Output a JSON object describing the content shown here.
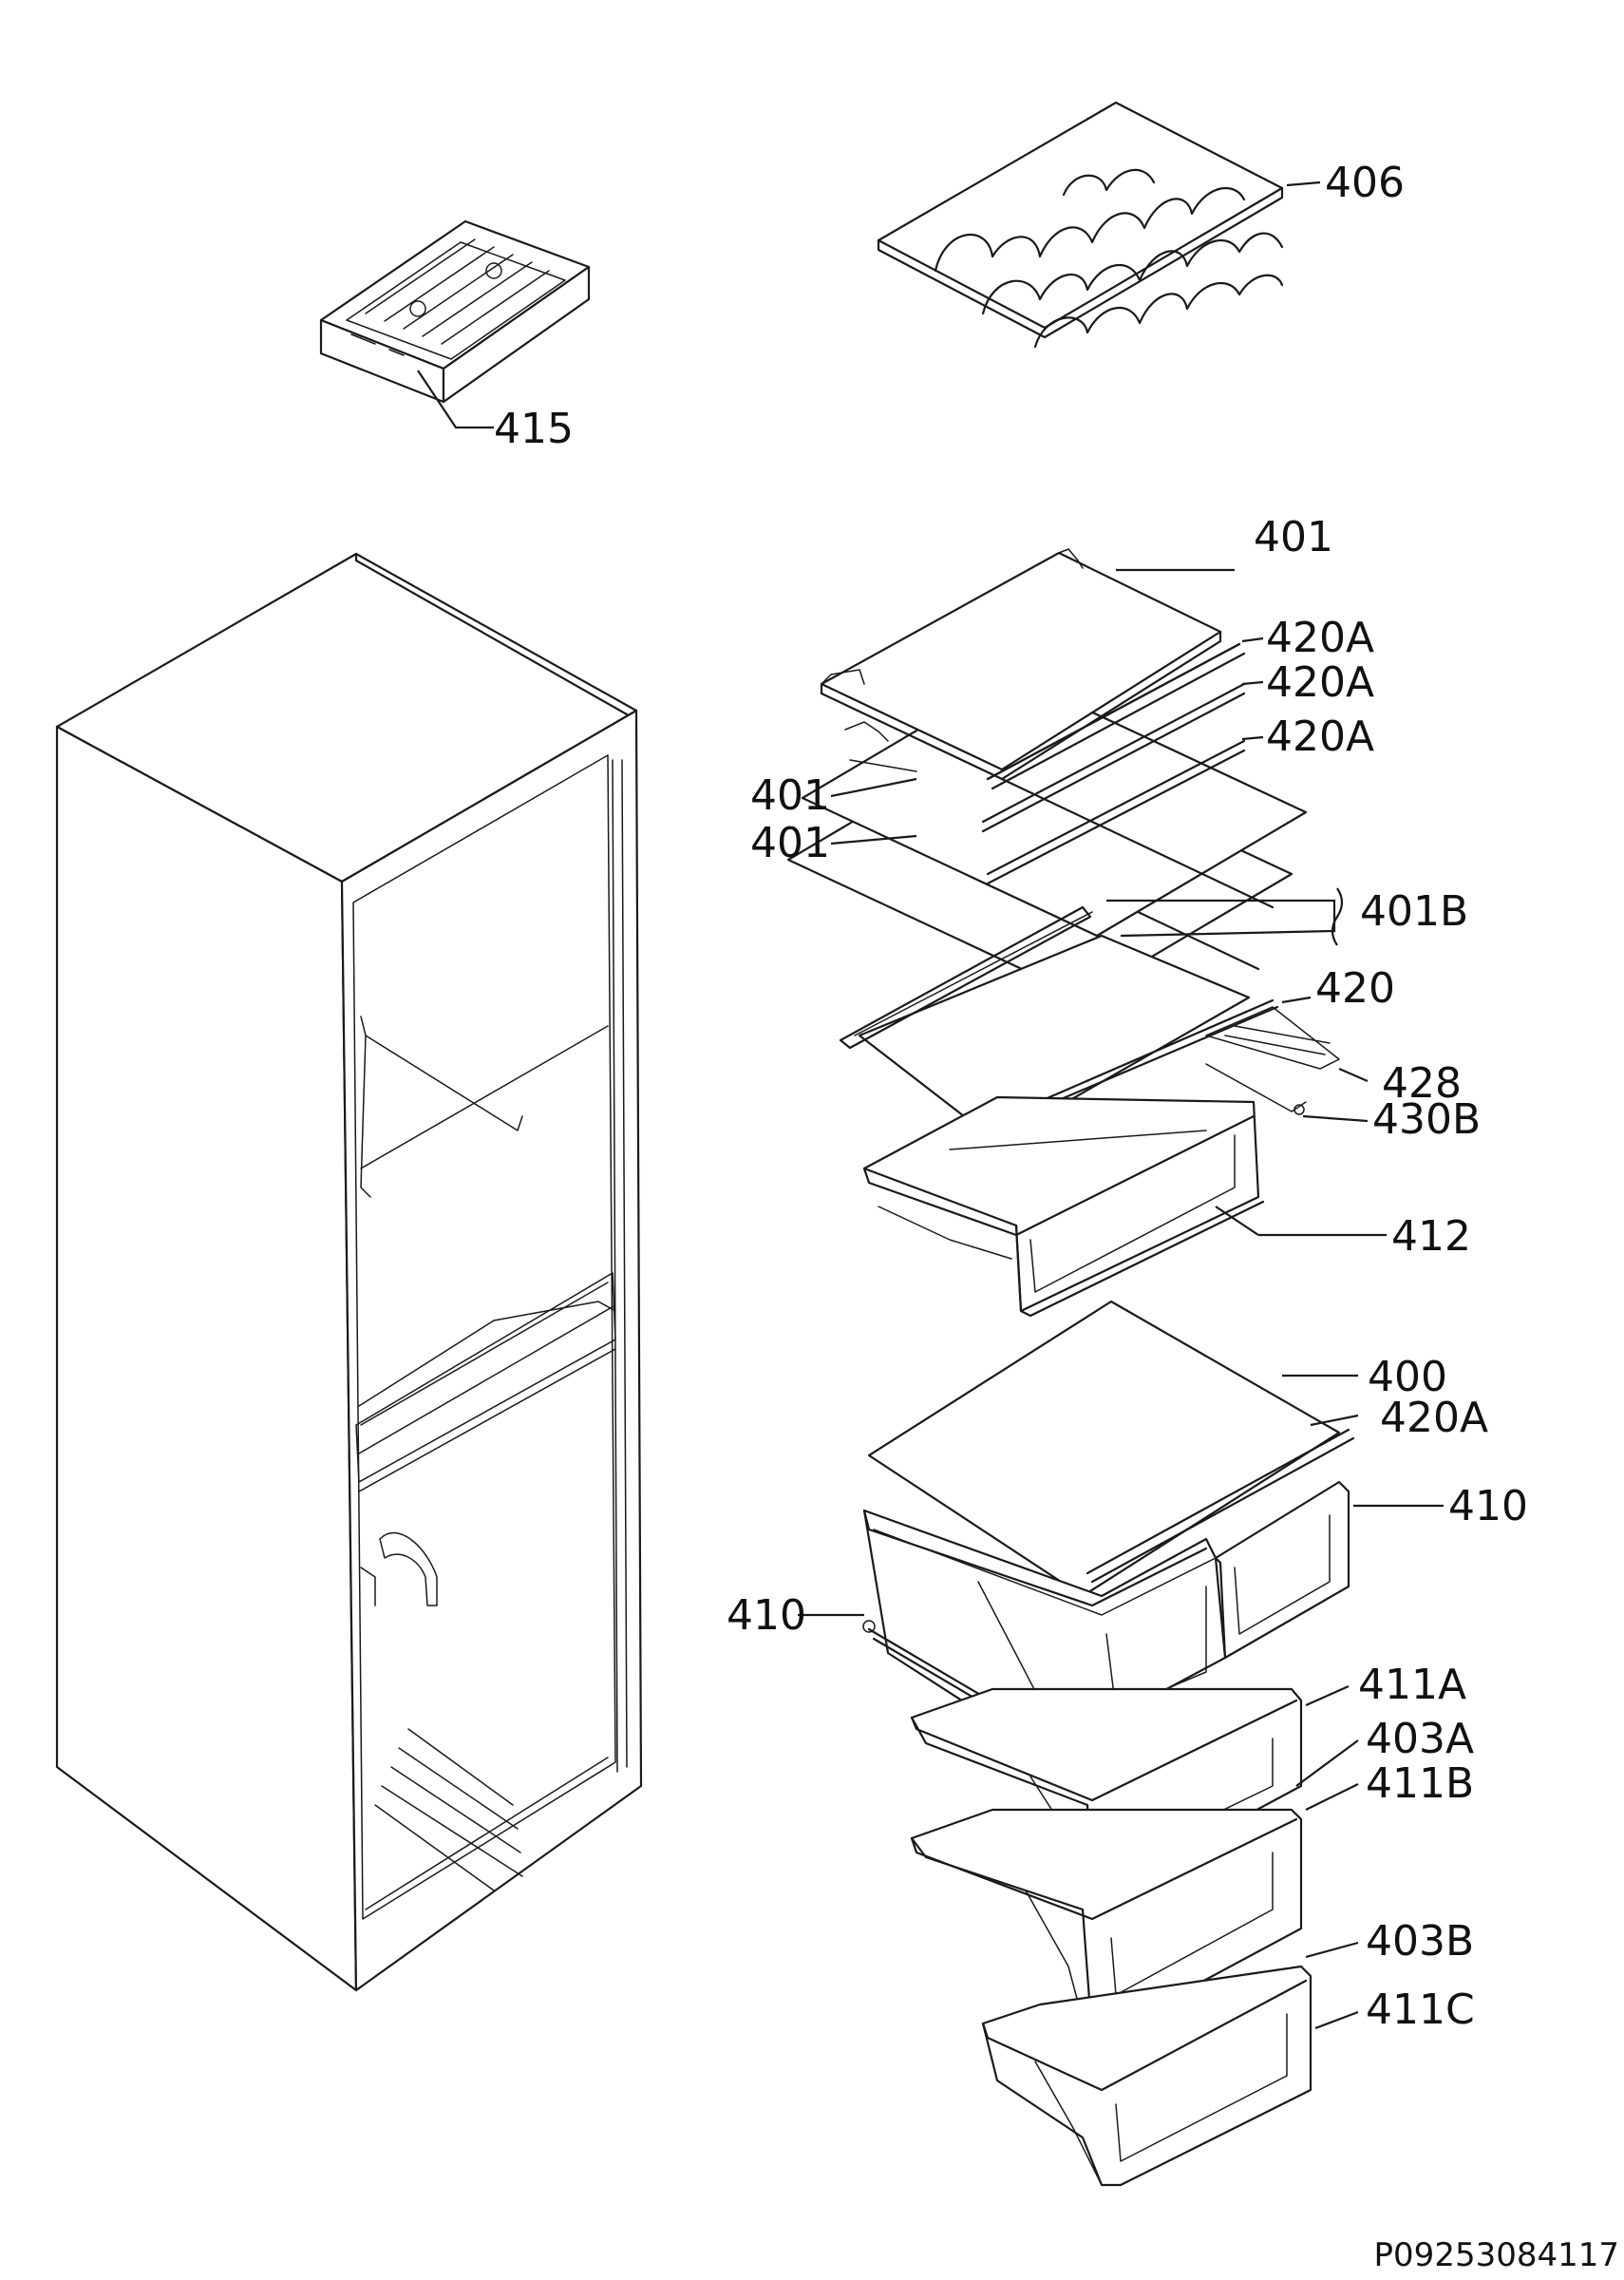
{
  "labels": {
    "l406": "406",
    "l415": "415",
    "l401_top": "401",
    "l420a_1": "420A",
    "l420a_2": "420A",
    "l420a_3": "420A",
    "l401_mid": "401",
    "l401_low": "401",
    "l401b": "401B",
    "l420": "420",
    "l428": "428",
    "l430b": "430B",
    "l412": "412",
    "l400": "400",
    "l420a_4": "420A",
    "l410_right": "410",
    "l410_left": "410",
    "l411a": "411A",
    "l403a": "403A",
    "l411b": "411B",
    "l403b": "403B",
    "l411c": "411C"
  },
  "doc_code": "P09253084117"
}
